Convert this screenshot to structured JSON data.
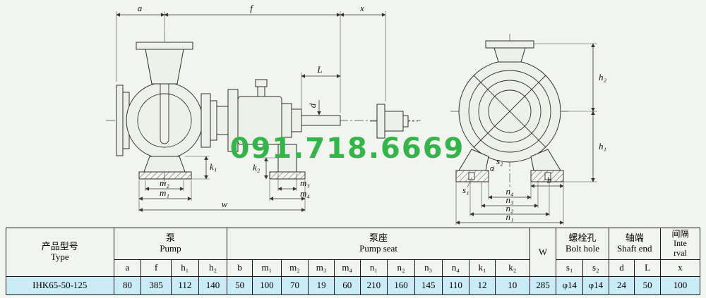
{
  "watermark": "091.718.6669",
  "drawing": {
    "side": {
      "a": "a",
      "f": "f",
      "x": "x",
      "L": "L",
      "d": "d",
      "k1": "k₁",
      "k2": "k₂",
      "m1": "m₁",
      "m2": "m₂",
      "m3": "m₃",
      "m4": "m₄",
      "w": "w"
    },
    "end": {
      "h1": "h₁",
      "h2": "h₂",
      "s1": "s₁",
      "s2": "s₂",
      "b": "b",
      "n1": "n₁",
      "n2": "n₂",
      "n3": "n₃",
      "n4": "n₄"
    }
  },
  "table": {
    "type_header": {
      "zh": "产品型号",
      "en": "Type"
    },
    "pump_group": {
      "zh": "泵",
      "en": "Pump"
    },
    "seat_group": {
      "zh": "泵座",
      "en": "Pump seat"
    },
    "w_header": "W",
    "bolt_group": {
      "zh": "螺栓孔",
      "en": "Bolt hole"
    },
    "shaft_group": {
      "zh": "轴端",
      "en": "Shaft end"
    },
    "interval_header": {
      "zh": "间隔",
      "en1": "Inte",
      "en2": "rval"
    },
    "sub_headers": [
      "a",
      "f",
      "h₁",
      "h₂",
      "b",
      "m₁",
      "m₂",
      "m₃",
      "m₄",
      "n₁",
      "n₂",
      "n₃",
      "n₄",
      "k₁",
      "k₂",
      "s₁",
      "s₂",
      "d",
      "L",
      "x"
    ],
    "row": {
      "type": "IHK65-50-125",
      "values": [
        "80",
        "385",
        "112",
        "140",
        "50",
        "100",
        "70",
        "19",
        "60",
        "210",
        "160",
        "145",
        "110",
        "12",
        "10",
        "285",
        "φ14",
        "φ14",
        "24",
        "50",
        "100"
      ]
    }
  }
}
